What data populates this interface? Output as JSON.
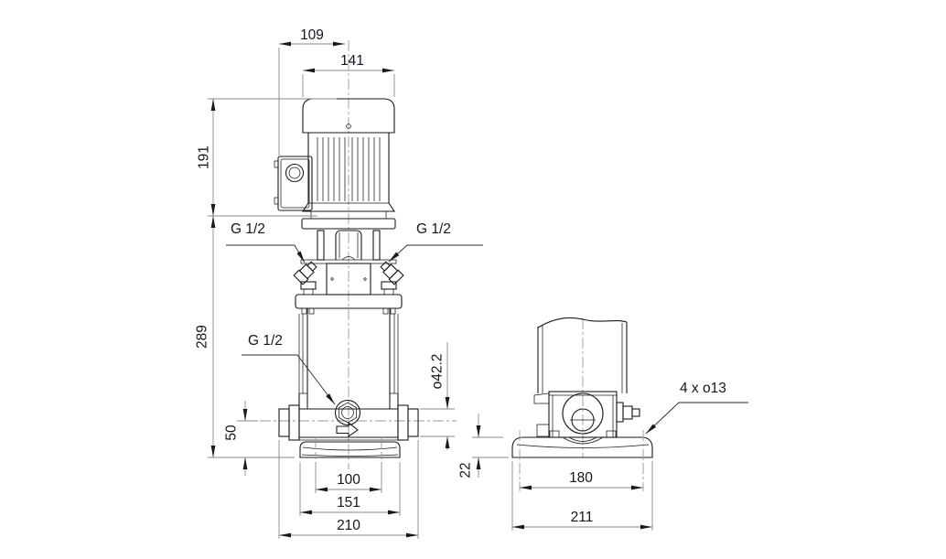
{
  "drawing": {
    "front_view": {
      "dim_motor_box_offset": "109",
      "dim_motor_width": "141",
      "dim_motor_height": "191",
      "dim_pump_height": "289",
      "dim_port_centerline_height": "50",
      "dim_port_diameter": "o42.2",
      "dim_base_bolt_spacing": "100",
      "dim_base_width": "151",
      "dim_port_to_port": "210",
      "label_gauge_port_left": "G 1/2",
      "label_gauge_port_right": "G 1/2",
      "label_drain_port": "G 1/2"
    },
    "side_view": {
      "dim_base_height": "22",
      "dim_base_bolt_spacing": "180",
      "dim_base_width": "211",
      "label_mounting_holes": "4 x o13"
    },
    "colors": {
      "background": "#ffffff",
      "object_line": "#1a1a1a",
      "dimension_line": "#8a8a8a",
      "text": "#15151f"
    }
  }
}
